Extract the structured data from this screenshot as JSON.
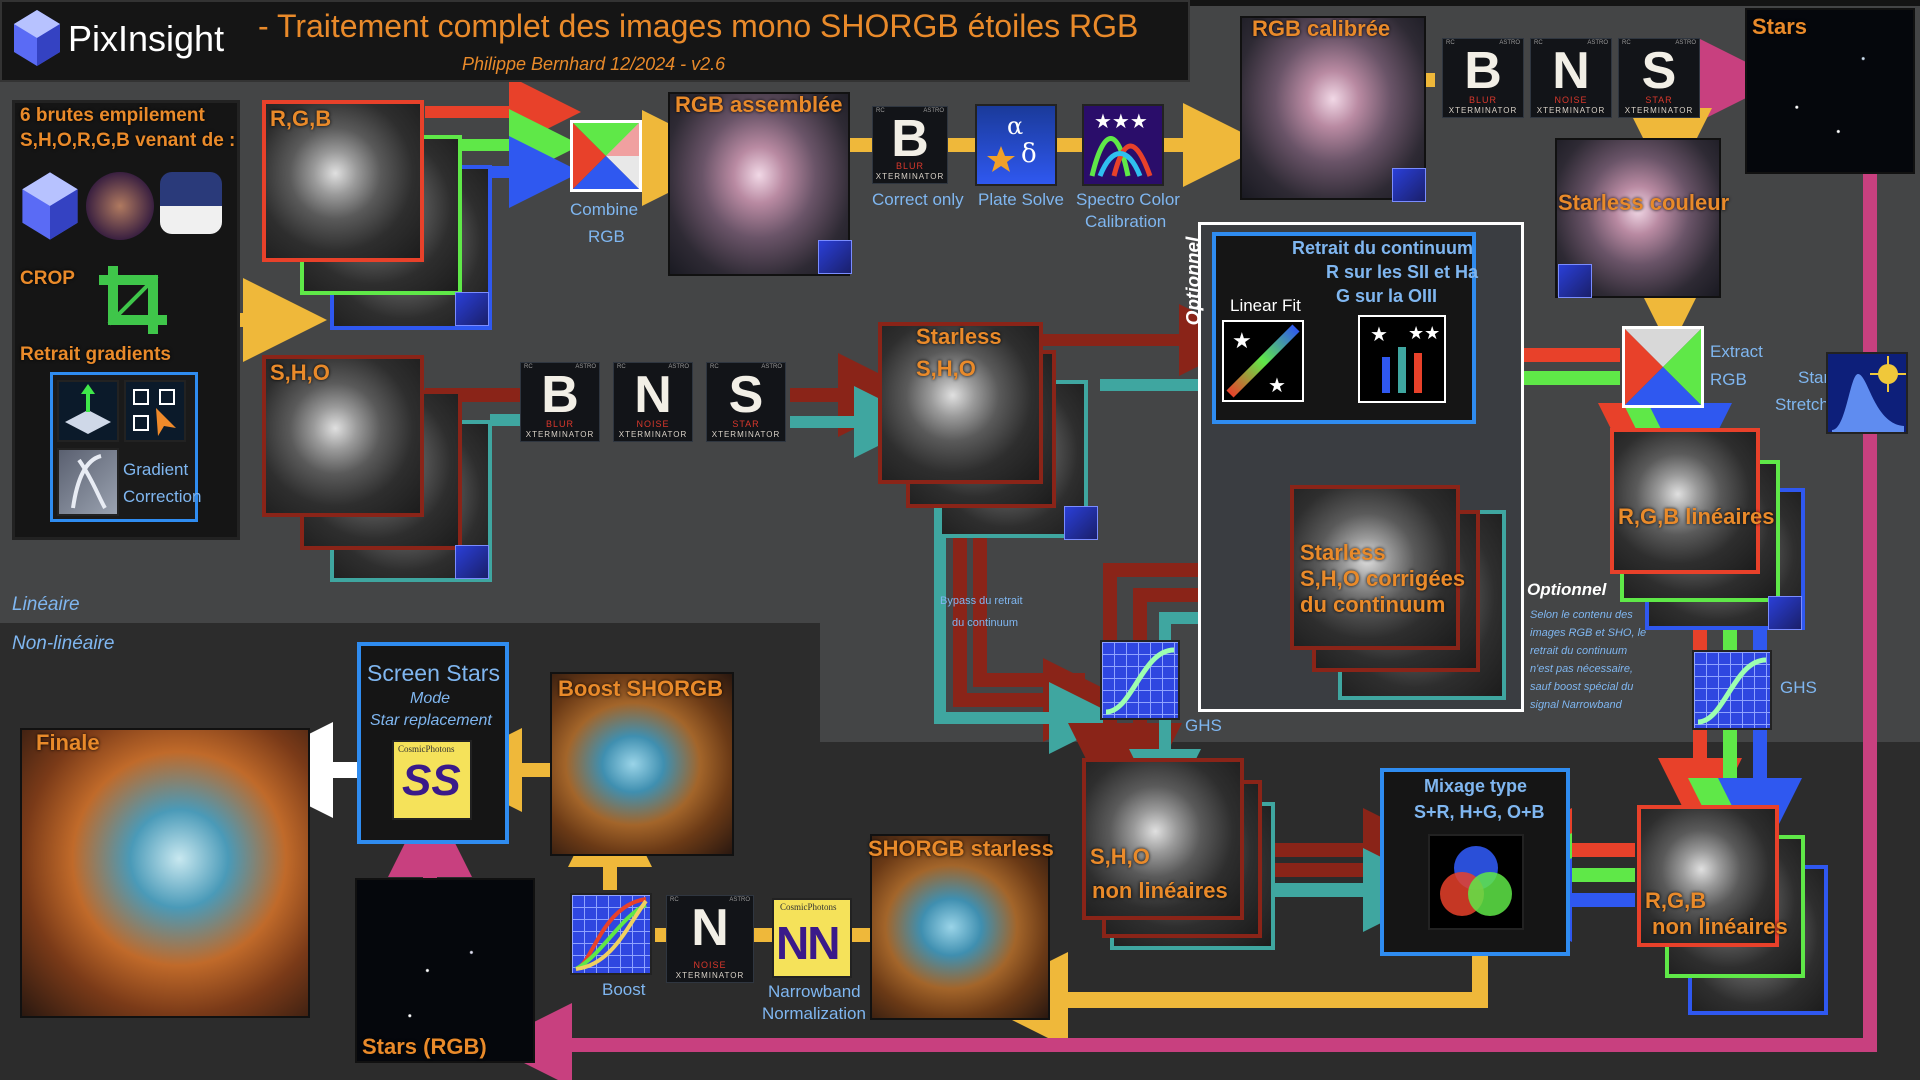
{
  "header": {
    "app_name": "PixInsight",
    "title": "- Traitement complet des images mono SHORGB étoiles RGB",
    "subtitle": "Philippe Bernhard 12/2024 - v2.6"
  },
  "left_panel": {
    "heading_line1": "6 brutes empilement",
    "heading_line2": "S,H,O,R,G,B venant de :",
    "crop_label": "CROP",
    "gradients_label": "Retrait gradients",
    "gradient_correction_line1": "Gradient",
    "gradient_correction_line2": "Correction"
  },
  "zones": {
    "linear": "Linéaire",
    "nonlinear": "Non-linéaire"
  },
  "images": {
    "rgb": "R,G,B",
    "sho": "S,H,O",
    "rgb_assembled": "RGB assemblée",
    "rgb_calibrated": "RGB calibrée",
    "stars": "Stars",
    "starless_color": "Starless couleur",
    "starless_sho_line1": "Starless",
    "starless_sho_line2": "S,H,O",
    "starless_corrected_line1": "Starless",
    "starless_corrected_line2": "S,H,O corrigées",
    "starless_corrected_line3": "du continuum",
    "rgb_linear": "R,G,B linéaires",
    "sho_nonlinear_line1": "S,H,O",
    "sho_nonlinear_line2": "non linéaires",
    "rgb_nonlinear_line1": "R,G,B",
    "rgb_nonlinear_line2": "non linéaires",
    "shorgb_starless": "SHORGB starless",
    "boost_shorgb": "Boost SHORGB",
    "finale": "Finale",
    "stars_rgb": "Stars (RGB)"
  },
  "tools": {
    "combine_rgb_line1": "Combine",
    "combine_rgb_line2": "RGB",
    "blur_correct_only": "Correct only",
    "plate_solve": "Plate Solve",
    "spectro_line1": "Spectro Color",
    "spectro_line2": "Calibration",
    "linear_fit": "Linear Fit",
    "extract_rgb_line1": "Extract",
    "extract_rgb_line2": "RGB",
    "star_stretch_line1": "Star",
    "star_stretch_line2": "Stretch",
    "ghs": "GHS",
    "boost": "Boost",
    "nn_line1": "Narrowband",
    "nn_line2": "Normalization",
    "screen_stars_title": "Screen Stars",
    "screen_stars_mode": "Mode",
    "screen_stars_sub": "Star replacement",
    "cosmic_photons": "CosmicPhotons",
    "ss": "SS",
    "nn": "NN"
  },
  "xterminator": {
    "b_letter": "B",
    "n_letter": "N",
    "s_letter": "S",
    "b_name": "BLUR",
    "n_name": "NOISE",
    "s_name": "STAR",
    "suffix": "XTERMINATOR",
    "tag_left": "RC",
    "tag_right": "ASTRO"
  },
  "continuum": {
    "title_line1": "Retrait du continuum",
    "title_line2": "R sur les SII et Ha",
    "title_line3": "G sur la OIII",
    "optional_vertical": "Optionnel",
    "bypass_line1": "Bypass du retrait",
    "bypass_line2": "du continuum",
    "optional_note_title": "Optionnel",
    "optional_note_1": "Selon le contenu des",
    "optional_note_2": "images RGB et SHO, le",
    "optional_note_3": "retrait du continuum",
    "optional_note_4": "n'est pas nécessaire,",
    "optional_note_5": "sauf boost spécial du",
    "optional_note_6": "signal Narrowband"
  },
  "mix": {
    "title_line1": "Mixage type",
    "title_line2": "S+R, H+G, O+B"
  },
  "colors": {
    "orange": "#e98a2a",
    "red": "#e8412a",
    "green": "#5fe848",
    "blue": "#2f58f0",
    "teal": "#3fa6a0",
    "darkred": "#8a2418",
    "yellow": "#efb83a",
    "magenta": "#c8407f",
    "white": "#ffffff"
  }
}
